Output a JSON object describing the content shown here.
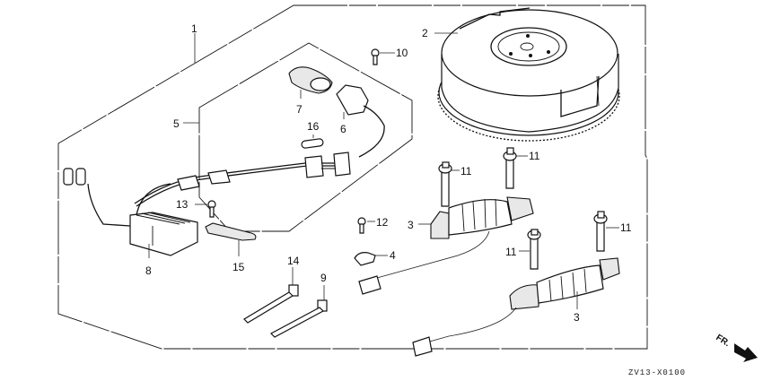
{
  "diagram": {
    "type": "exploded-parts-view",
    "subject": "Flywheel / charge coil / regulator assembly",
    "drawing_code": "ZV13-X0100",
    "direction_indicator": "FR.",
    "callouts": [
      {
        "id": "1",
        "label": "1",
        "part": "assembly-group-outer"
      },
      {
        "id": "2",
        "label": "2",
        "part": "flywheel"
      },
      {
        "id": "3a",
        "label": "3",
        "part": "charge-coil-upper"
      },
      {
        "id": "3b",
        "label": "3",
        "part": "charge-coil-lower"
      },
      {
        "id": "4",
        "label": "4",
        "part": "coil-clamp"
      },
      {
        "id": "5",
        "label": "5",
        "part": "wire-harness-group"
      },
      {
        "id": "6",
        "label": "6",
        "part": "fuse-holder"
      },
      {
        "id": "7",
        "label": "7",
        "part": "connector-cap"
      },
      {
        "id": "8",
        "label": "8",
        "part": "regulator-rectifier"
      },
      {
        "id": "9",
        "label": "9",
        "part": "cable-tie"
      },
      {
        "id": "10",
        "label": "10",
        "part": "bolt"
      },
      {
        "id": "11a",
        "label": "11",
        "part": "flange-bolt"
      },
      {
        "id": "11b",
        "label": "11",
        "part": "flange-bolt"
      },
      {
        "id": "11c",
        "label": "11",
        "part": "flange-bolt"
      },
      {
        "id": "11d",
        "label": "11",
        "part": "flange-bolt"
      },
      {
        "id": "12",
        "label": "12",
        "part": "bolt"
      },
      {
        "id": "13",
        "label": "13",
        "part": "bolt"
      },
      {
        "id": "14",
        "label": "14",
        "part": "cable-tie"
      },
      {
        "id": "15",
        "label": "15",
        "part": "ground-strap"
      },
      {
        "id": "16",
        "label": "16",
        "part": "fuse"
      }
    ]
  }
}
